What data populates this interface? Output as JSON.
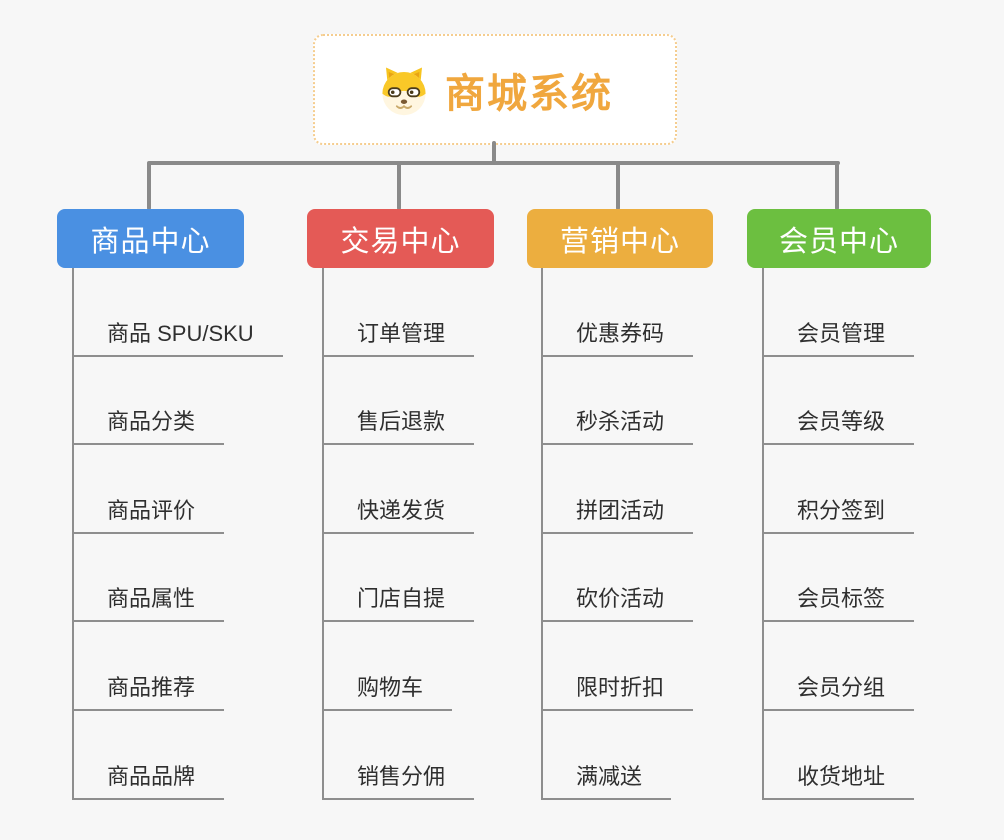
{
  "background": "#f7f7f7",
  "connector_color": "#8a8a8a",
  "root": {
    "label": "商城系统",
    "icon": "doge-icon",
    "text_color": "#f0a73e",
    "border_color": "#f5cd8f"
  },
  "branches": [
    {
      "label": "商品中心",
      "color": "#4a90e2",
      "items": [
        "商品 SPU/SKU",
        "商品分类",
        "商品评价",
        "商品属性",
        "商品推荐",
        "商品品牌"
      ]
    },
    {
      "label": "交易中心",
      "color": "#e45a56",
      "items": [
        "订单管理",
        "售后退款",
        "快递发货",
        "门店自提",
        "购物车",
        "销售分佣"
      ]
    },
    {
      "label": "营销中心",
      "color": "#ecae3f",
      "items": [
        "优惠券码",
        "秒杀活动",
        "拼团活动",
        "砍价活动",
        "限时折扣",
        "满减送"
      ]
    },
    {
      "label": "会员中心",
      "color": "#6cbf40",
      "items": [
        "会员管理",
        "会员等级",
        "积分签到",
        "会员标签",
        "会员分组",
        "收货地址"
      ]
    }
  ]
}
